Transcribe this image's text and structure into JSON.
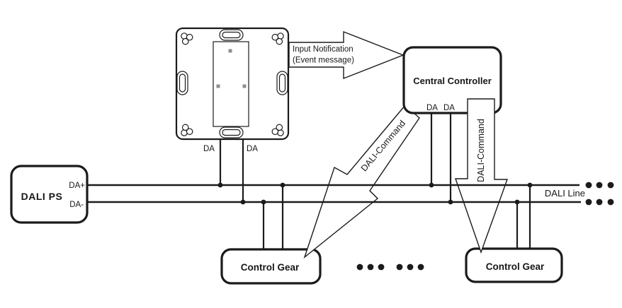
{
  "colors": {
    "ink": "#1b1b1b",
    "text": "#17171a",
    "muted_square": "#8f8f8f",
    "background": "#ffffff"
  },
  "panel": {
    "da_left": "DA",
    "da_right": "DA"
  },
  "input_arrow": {
    "line1": "Input Notification",
    "line2": "(Event message)"
  },
  "central_controller": {
    "title": "Central Controller",
    "da_left": "DA",
    "da_right": "DA"
  },
  "dali_ps": {
    "title": "DALI PS",
    "terminal_plus": "DA+",
    "terminal_minus": "DA-"
  },
  "bus": {
    "label": "DALI Line"
  },
  "commands": {
    "diagonal": "DALI-Command",
    "vertical": "DALI-Command"
  },
  "control_gear": {
    "left": "Control Gear",
    "right": "Control Gear"
  }
}
